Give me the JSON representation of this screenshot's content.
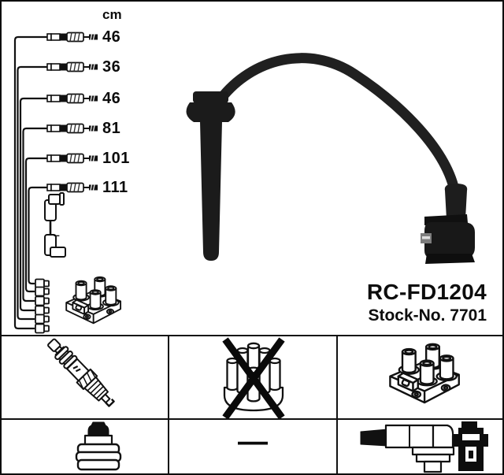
{
  "part_label": {
    "model": "RC-FD1204",
    "stock": "Stock-No. 7701"
  },
  "diagram": {
    "unit_label": "cm",
    "cable_lengths_cm": [
      "46",
      "36",
      "46",
      "81",
      "101",
      "111"
    ],
    "coil_wire_marker": "–",
    "icons": {
      "cable_icon": "ignition-cable-with-connectors",
      "coil_wire_icon": "elbow-to-elbow-coil-wire",
      "coil_pack_icon": "ignition-coil-pack",
      "photo": "spark-plug-wire-with-boot-and-angled-connector"
    }
  },
  "legend_table": {
    "not_included_marker": "—",
    "cells": [
      {
        "row": 1,
        "col": 1,
        "icon": "spark-plug",
        "crossed_out": false
      },
      {
        "row": 1,
        "col": 2,
        "icon": "distributor-cap",
        "crossed_out": true
      },
      {
        "row": 1,
        "col": 3,
        "icon": "ignition-coil-pack",
        "crossed_out": false
      },
      {
        "row": 2,
        "col": 1,
        "icon": "plug-terminal-nut",
        "crossed_out": false
      },
      {
        "row": 2,
        "col": 2,
        "icon": "none-dash",
        "crossed_out": false
      },
      {
        "row": 2,
        "col": 3,
        "icon": "angled-plug-connector-and-coil-connector",
        "crossed_out": false
      }
    ]
  },
  "colors": {
    "line_art": "#111111",
    "photo_black": "#1c1c1c",
    "background": "#ffffff"
  }
}
